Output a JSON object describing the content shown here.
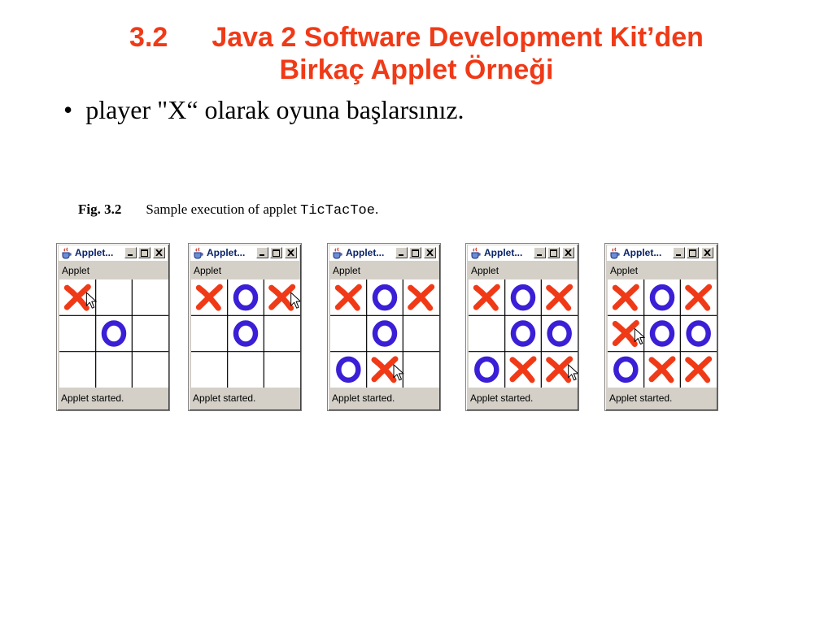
{
  "slide": {
    "title_number": "3.2",
    "title_line1": "Java 2 Software Development Kit’den",
    "title_line2": "Birkaç Applet Örneği",
    "bullet_marker": "•",
    "bullet_text": "player \"X“ olarak oyuna başlarsınız.",
    "caption_label": "Fig. 3.2",
    "caption_text": "Sample execution of applet ",
    "caption_code": "TicTacToe",
    "caption_end": "."
  },
  "colors": {
    "title": "#f03a17",
    "x_mark": "#f03a17",
    "o_mark": "#3a1fd6",
    "window_bg": "#d4d0c8",
    "title_text": "#0a246a"
  },
  "icons": {
    "app": "java-cup-icon",
    "minimize": "minimize-icon",
    "maximize": "maximize-icon",
    "close": "close-icon",
    "cursor": "mouse-pointer-icon"
  },
  "windows": [
    {
      "title": "Applet...",
      "menu": "Applet",
      "status": "Applet started.",
      "board": [
        "X",
        "",
        "",
        "",
        "O",
        "",
        "",
        "",
        ""
      ],
      "cursor_cell": 0
    },
    {
      "title": "Applet...",
      "menu": "Applet",
      "status": "Applet started.",
      "board": [
        "X",
        "O",
        "X",
        "",
        "O",
        "",
        "",
        "",
        ""
      ],
      "cursor_cell": 2
    },
    {
      "title": "Applet...",
      "menu": "Applet",
      "status": "Applet started.",
      "board": [
        "X",
        "O",
        "X",
        "",
        "O",
        "",
        "O",
        "X",
        ""
      ],
      "cursor_cell": 7
    },
    {
      "title": "Applet...",
      "menu": "Applet",
      "status": "Applet started.",
      "board": [
        "X",
        "O",
        "X",
        "",
        "O",
        "O",
        "O",
        "X",
        "X"
      ],
      "cursor_cell": 8
    },
    {
      "title": "Applet...",
      "menu": "Applet",
      "status": "Applet started.",
      "board": [
        "X",
        "O",
        "X",
        "X",
        "O",
        "O",
        "O",
        "X",
        "X"
      ],
      "cursor_cell": 3
    }
  ]
}
